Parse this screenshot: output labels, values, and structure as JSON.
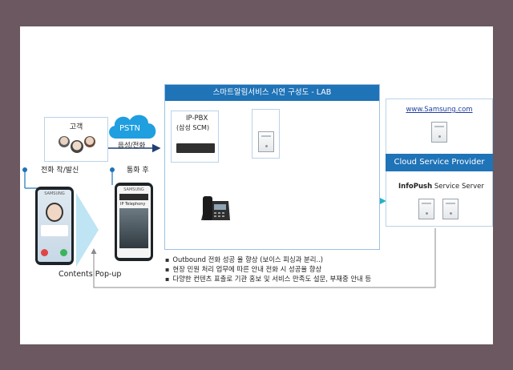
{
  "lab": {
    "title": "스마트알림서비스 시연 구성도 - LAB",
    "ippbx_label": "IP-PBX",
    "ippbx_sub": "(삼성 SCM)"
  },
  "left": {
    "customer_label": "고객",
    "call_label": "전화 착/발신",
    "after_label": "통화 후",
    "popup_label": "Contents Pop-up",
    "phone1_brand": "SAMSUNG",
    "phone2_brand": "SAMSUNG",
    "phone2_title": "IP Telephony"
  },
  "pstn": {
    "title": "PSTN",
    "sub": "음성/전화"
  },
  "cloud": {
    "site": "www.Samsung.com",
    "provider": "Cloud Service Provider",
    "server_name_bold": "InfoPush",
    "server_name_rest": " Service Server"
  },
  "bullets": [
    "Outbound 전화 성공 율 향상 (보이스 피싱과 분리..)",
    "현장 민원 처리 업무에 따른 안내 전화 시 성공율 향상",
    "다양한 컨텐츠 표출로 기관 홍보 및 서비스 만족도 설문, 부재중 안내 등"
  ],
  "colors": {
    "background": "#6b5860",
    "accent_blue": "#1f73b7",
    "teal": "#27b3c6",
    "box_border": "#b9d3ea"
  }
}
